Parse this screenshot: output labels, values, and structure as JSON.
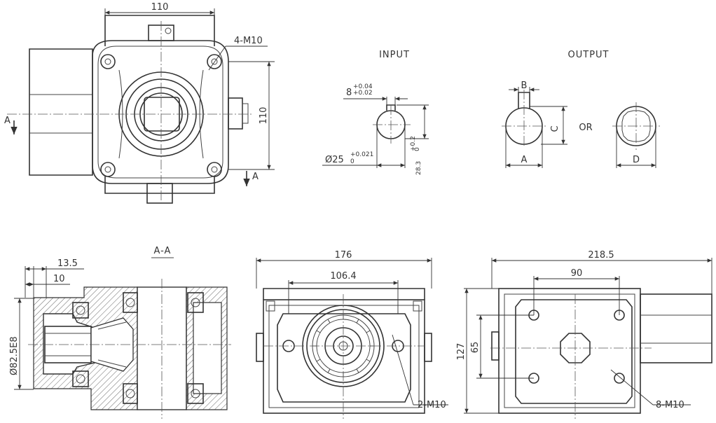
{
  "top_view": {
    "dim_width": "110",
    "dim_height": "110",
    "bolt_callout": "4-M10",
    "section_mark_left": "A",
    "section_mark_right": "A"
  },
  "input_detail": {
    "title": "INPUT",
    "key_width_base": "8",
    "key_width_tol_upper": "+0.04",
    "key_width_tol_lower": "+0.02",
    "diameter_base": "Ø25",
    "diameter_tol_upper": "+0.021",
    "diameter_tol_lower": "0",
    "key_height_base": "28.3",
    "key_height_tol_upper": "+0.2",
    "key_height_tol_lower": "0"
  },
  "output_detail": {
    "title": "OUTPUT",
    "label_b": "B",
    "label_c": "C",
    "label_a": "A",
    "or_text": "OR",
    "label_d": "D"
  },
  "section_view": {
    "title": "A-A",
    "dim_outer": "13.5",
    "dim_inner": "10",
    "diameter": "Ø82.5E8"
  },
  "front_view": {
    "dim_overall": "176",
    "dim_inner": "106.4",
    "bolt_callout": "2-M10"
  },
  "side_view": {
    "dim_overall": "218.5",
    "dim_inner": "90",
    "dim_height": "127",
    "dim_bolt_spacing": "65",
    "bolt_callout": "8-M10"
  }
}
